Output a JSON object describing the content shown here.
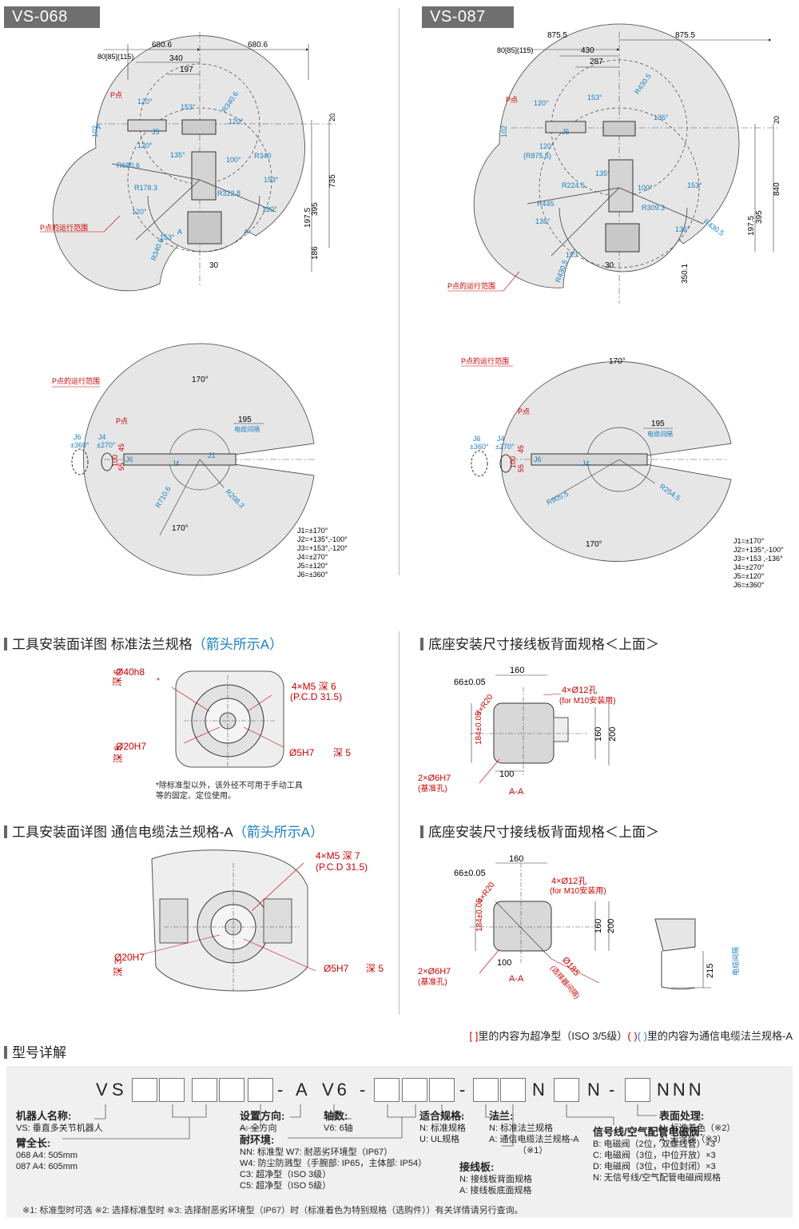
{
  "left_model": "VS-068",
  "right_model": "VS-087",
  "vs068_side": {
    "dims_top": [
      "680.6",
      "680.6",
      "80[85](115)",
      "340",
      "197"
    ],
    "labels": [
      "P点",
      "J5",
      "A",
      "120°",
      "120°",
      "153°",
      "120°",
      "R340.6",
      "135°",
      "100°",
      "R340",
      "R680.6",
      "R178.3",
      "153°",
      "R322.8",
      "120°",
      "120°",
      "R340.6",
      "153°",
      "A",
      "A",
      "30"
    ],
    "right_dims": [
      "20",
      "735",
      "395",
      "197.5",
      "186"
    ],
    "range_label": "P点的运行范围",
    "dim_102": "102"
  },
  "vs068_top": {
    "range_label": "P点的运行范围",
    "angle_top": "170°",
    "angle_bottom": "170°",
    "p_label": "P点",
    "dim_195": "195",
    "cable_label": "电缆间隔",
    "j6": "J6",
    "j6_range": "±360°",
    "j4": "J4",
    "j4_range": "±270°",
    "dims_left": [
      "100",
      "55",
      "45"
    ],
    "j6_arm": "J6",
    "j4_arm": "J4",
    "j1": "J1",
    "r_outer": "R710.6",
    "r_inner": "R208.3",
    "joints": [
      "J1=±170°",
      "J2=+135°,-100°",
      "J3=+153°,-120°",
      "J4=±270°",
      "J5=±120°",
      "J6=±360°"
    ]
  },
  "vs087_side": {
    "dims_top": [
      "875.5",
      "875.5",
      "80[85](115)",
      "430",
      "287"
    ],
    "labels": [
      "P点",
      "J5",
      "R430.5",
      "120°",
      "153°",
      "136°",
      "120°",
      "(R875.5)",
      "135°",
      "R224.5",
      "100°",
      "R309.3",
      "R445",
      "153°",
      "136°",
      "R430.5",
      "136°",
      "153°",
      "R430.5",
      "30"
    ],
    "right_dims": [
      "20",
      "840",
      "395",
      "197.5",
      "350.1"
    ],
    "range_label": "P点的运行范围",
    "dim_102": "102"
  },
  "vs087_top": {
    "range_label": "P点的运行范围",
    "angle_top": "170°",
    "angle_bottom": "170°",
    "p_label": "P点",
    "dim_195": "195",
    "cable_label": "电缆间隔",
    "j6": "J6",
    "j6_range": "±360°",
    "j4": "J4",
    "j4_range": "±270°",
    "dims_left": [
      "100",
      "55",
      "45"
    ],
    "j6_arm": "J6",
    "j4_arm": "J4",
    "r_outer": "R905.5",
    "r_inner": "R254.5",
    "joints": [
      "J1=±170°",
      "J2=+135°,-100°",
      "J3=+153 ,-136°",
      "J4=±270°",
      "J5=±120°",
      "J6=±360°"
    ]
  },
  "sec1": {
    "title": "工具安装面详图 标准法兰规格",
    "arrow": "（箭头所示A）",
    "l1": "Ø40h8",
    "l1b": "深 5",
    "l1star": "*",
    "l2": "4×M5 深 6",
    "l2b": "(P.C.D 31.5)",
    "l3": "Ø20H7",
    "l3b": "深 5",
    "l4": "Ø5H7",
    "l4b": "深 5",
    "note1": "*除标准型以外，该外径不可用于手动工具",
    "note2": "等的固定、定位使用。"
  },
  "sec2": {
    "title": "底座安装尺寸接线板背面规格＜上面＞",
    "d160": "160",
    "d66": "66±0.05",
    "r20": "4×R20",
    "hole": "4×Ø12孔",
    "hole2": "(for M10安装用)",
    "d184": "184±0.05",
    "d160v": "160",
    "d200": "200",
    "pin": "2×Ø6H7",
    "pin2": "(基准孔)",
    "d100": "100",
    "aa": "A-A"
  },
  "sec3": {
    "title": "工具安装面详图 通信电缆法兰规格-A",
    "arrow": "（箭头所示A）",
    "l1": "4×M5 深 7",
    "l1b": "(P.C.D 31.5)",
    "l2": "Ø20H7",
    "l2b": "深 3",
    "l3": "Ø5H7",
    "l3b": "深 5"
  },
  "sec4": {
    "title": "底座安装尺寸接线板背面规格＜上面＞",
    "d160": "160",
    "d66": "66±0.05",
    "r20": "4×R20",
    "hole": "4×Ø12孔",
    "hole2": "(for M10安装用)",
    "d184": "184±0.05",
    "d160v": "160",
    "d200": "200",
    "pin": "2×Ø6H7",
    "pin2": "(基准孔)",
    "d100": "100",
    "aa": "A-A",
    "d185": "Ø185",
    "d185b": "(选择器间隔)",
    "d215": "215",
    "cable": "电缆间隔"
  },
  "legend": {
    "a": "[ ]",
    "b": "里的内容为超净型（ISO 3/5级）",
    "c": "( )",
    "d": "里的内容为通信电缆法兰规格-A"
  },
  "model": {
    "title": "型号详解",
    "chars": {
      "v": "V",
      "s": "S",
      "dash1": "-",
      "a": "A",
      "v6": "V6",
      "dash2": "-",
      "dash3": "-",
      "n1": "N",
      "n2": "N",
      "dash4": "-",
      "nnn": "NNN"
    },
    "name_h": "机器人名称:",
    "name_v": "VS:  垂直多关节机器人",
    "arm_h": "臂全长:",
    "arm_1": "068 A4:  505mm",
    "arm_2": "087 A4:  605mm",
    "dir_h": "设置方向:",
    "dir_v": "A:  全方向",
    "axis_h": "轴数:",
    "axis_v": "V6:  6轴",
    "env_h": "耐环境:",
    "env_1": "NN:  标准型     W7:  耐恶劣环境型（IP67）",
    "env_2": "W4:  防尘防溅型（手腕部: IP65，主体部: IP54）",
    "env_3": "C3:  超净型（ISO 3级）",
    "env_4": "C5:  超净型（ISO 5级）",
    "std_h": "适合规格:",
    "std_1": "N:  标准规格",
    "std_2": "U:  UL规格",
    "fl_h": "法兰:",
    "fl_1": "N:  标准法兰规格",
    "fl_2": "A:  通信电缆法兰规格-A",
    "fl_3": "（※1）",
    "pl_h": "接线板:",
    "pl_1": "N:  接线板背面规格",
    "pl_2": "A:  接线板底面规格",
    "sig_h": "信号线/空气配管电磁阀:",
    "sig_1": "B:  电磁阀（2位，双螺线管）×3",
    "sig_2": "C:  电磁阀（3位，中位开放）×3",
    "sig_3": "D:  电磁阀（3位，中位封闭）×3",
    "sig_4": "N:  无信号线/空气配管电磁阀规格",
    "sur_h": "表面处理:",
    "sur_1": "N:  标准着色（※2）",
    "sur_2": "A:  无涂装（※3）",
    "foot": "※1:  标准型时可选    ※2:  选择标准型时    ※3:  选择耐恶劣环境型（IP67）时（标准着色为特别规格（选购件））有关详情请另行查询。"
  },
  "colors": {
    "red": "#cc0000",
    "blue": "#1a7fc3",
    "range": "#e4e4e4"
  }
}
